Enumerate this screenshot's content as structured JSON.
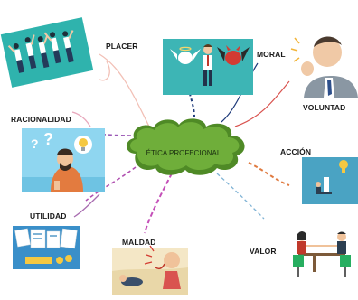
{
  "center": {
    "label": "ÉTICA PROFECIONAL"
  },
  "nodes": {
    "placer": "PLACER",
    "moral": "MORAL",
    "voluntad": "VOLUNTAD",
    "racionalidad": "RACIONALIDAD",
    "accion": "ACCIÓN",
    "utilidad": "UTILIDAD",
    "maldad": "MALDAD",
    "valor": "VALOR"
  },
  "colors": {
    "cloud": "#6fae3a",
    "cloud_dark": "#4f8a26",
    "branch_placer": "#f2c0b6",
    "branch_moral": "#1e3a7a",
    "branch_voluntad": "#d9534f",
    "branch_racionalidad": "#9b59b6",
    "branch_accion": "#e07a3f",
    "branch_utilidad": "#b04fb0",
    "branch_maldad": "#c44fb8",
    "branch_valor": "#7fb3d5"
  }
}
